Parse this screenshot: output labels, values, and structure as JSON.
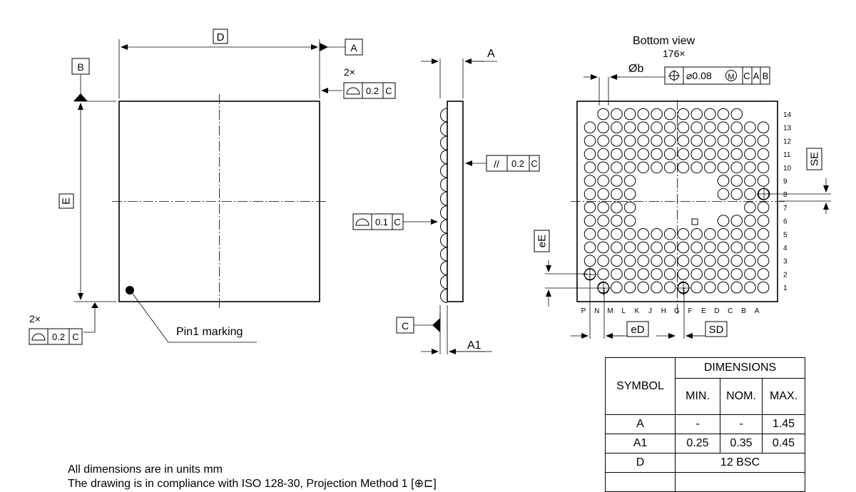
{
  "datum_labels": {
    "a": "A",
    "b": "B",
    "c": "C"
  },
  "dimension_labels": {
    "d": "D",
    "e": "E",
    "a": "A",
    "a1": "A1",
    "phi_b": "Øb",
    "ed": "eD",
    "ee": "eE",
    "sd": "SD",
    "se": "SE"
  },
  "callouts": {
    "count_2x": "2×",
    "flatness_value": "0.2",
    "flatness_datum": "C",
    "parallelism_symbol": "//",
    "parallelism_value": "0.2",
    "parallelism_datum": "C",
    "side_flatness_value": "0.1",
    "side_flatness_datum": "C",
    "position_count": "176×",
    "position_value": "⌀0.08",
    "position_modifier": "M",
    "position_datums": [
      "C",
      "A",
      "B"
    ]
  },
  "pin1_label": "Pin1 marking",
  "bottom_view_title": "Bottom view",
  "row_numbers": [
    "14",
    "13",
    "12",
    "11",
    "10",
    "9",
    "8",
    "7",
    "6",
    "5",
    "4",
    "3",
    "2",
    "1"
  ],
  "column_letters": [
    "P",
    "N",
    "M",
    "L",
    "K",
    "J",
    "H",
    "G",
    "F",
    "E",
    "D",
    "C",
    "B",
    "A"
  ],
  "notes": {
    "units": "All dimensions are in units mm",
    "tolerancing": "The drawing is in compliance with ISO 128-30, Projection Method 1 [⊕⊏]"
  },
  "table": {
    "symbol_header": "SYMBOL",
    "dimensions_header": "DIMENSIONS",
    "sub_headers": [
      "MIN.",
      "NOM.",
      "MAX."
    ],
    "rows": [
      {
        "symbol": "A",
        "min": "-",
        "nom": "-",
        "max": "1.45"
      },
      {
        "symbol": "A1",
        "min": "0.25",
        "nom": "0.35",
        "max": "0.45"
      }
    ],
    "bsc_rows": [
      {
        "symbol": "D",
        "value": "12 BSC"
      }
    ]
  }
}
